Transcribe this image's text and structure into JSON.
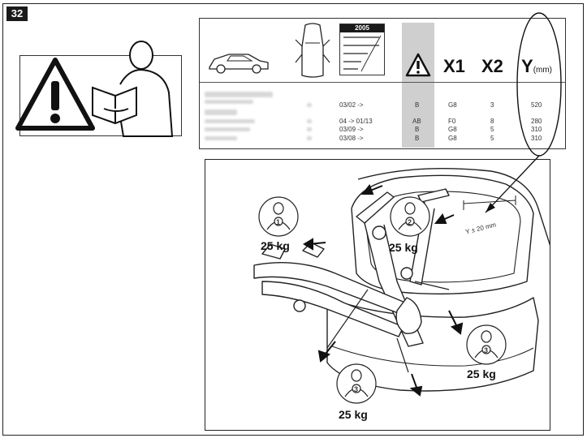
{
  "step": {
    "number": "32"
  },
  "table": {
    "calendar_year": "2005",
    "headers": {
      "x1": "X1",
      "x2": "X2",
      "y": "Y",
      "y_unit": "(mm)"
    },
    "rows": [
      {
        "date": "03/02 ->",
        "type": "B",
        "x1": "G8",
        "x2": "3",
        "y": "520"
      },
      {
        "date": "04 -> 01/13",
        "type": "AB",
        "x1": "F0",
        "x2": "8",
        "y": "280"
      },
      {
        "date": "03/09 ->",
        "type": "B",
        "x1": "G8",
        "x2": "5",
        "y": "310"
      },
      {
        "date": "03/08 ->",
        "type": "B",
        "x1": "G8",
        "x2": "5",
        "y": "310"
      }
    ]
  },
  "diagram": {
    "dimension_label": "Y ± 20 mm",
    "weights": [
      {
        "label": "25 kg",
        "strap": "1"
      },
      {
        "label": "25 kg",
        "strap": "2"
      },
      {
        "label": "25 kg",
        "strap": "3"
      },
      {
        "label": "25 kg",
        "strap": "3"
      }
    ]
  },
  "icons": [
    "warning-triangle-icon",
    "reading-manual-icon",
    "car-side-icon",
    "car-top-icon",
    "calendar-icon",
    "person-tightening-icon"
  ],
  "colors": {
    "ink": "#111111",
    "shade": "#cfcfcf",
    "badge": "#1a1a1a"
  }
}
